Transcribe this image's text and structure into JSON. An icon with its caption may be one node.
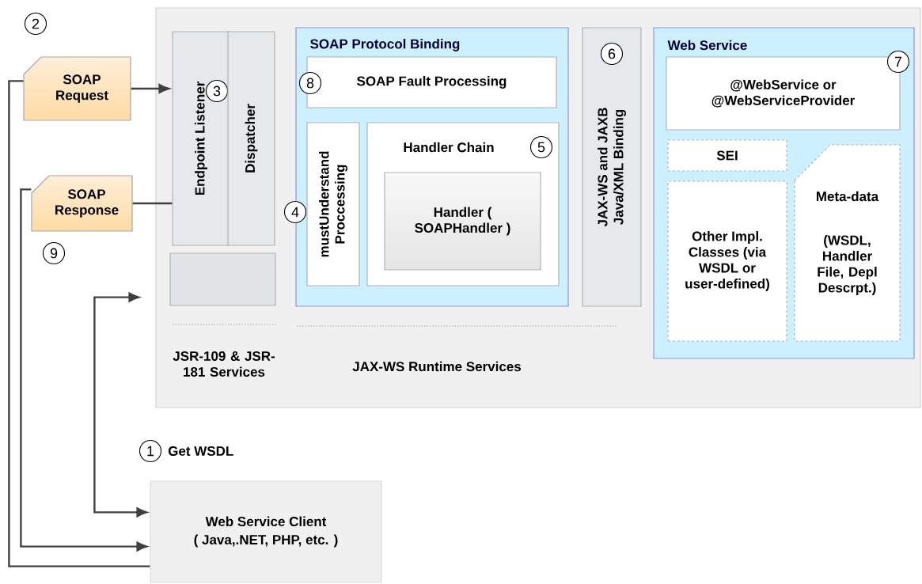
{
  "diagram": {
    "nodes": [
      {
        "text": [
          "JSR-109 & JSR-181 Services",
          "JAX-WS Runtime Services"
        ]
      },
      {
        "text": [
          "SOAP Request"
        ],
        "beside": [
          "2"
        ]
      },
      {
        "text": [
          "SOAP Response"
        ],
        "beside": [
          "9"
        ]
      },
      {
        "text": [
          "Endpoint Listener",
          "3"
        ],
        "in": 0
      },
      {
        "text": [
          "Dispatcher"
        ],
        "in": 0
      },
      {
        "text": [],
        "shape": "box",
        "in": 0
      },
      {
        "text": [
          "SOAP Protocol Binding"
        ],
        "in": 0
      },
      {
        "text": [
          "8",
          "SOAP Fault Processing"
        ],
        "in": 6
      },
      {
        "text": [
          "mustUnderstand Proccessing"
        ],
        "in": 6,
        "beside": [
          "4"
        ]
      },
      {
        "text": [
          "Handler Chain"
        ],
        "in": 6,
        "beside": [
          "5"
        ]
      },
      {
        "text": [
          "Handler ( SOAPHandler )"
        ],
        "in": 9
      },
      {
        "text": [
          "6",
          "JAX-WS and JAXB Java/XML Binding"
        ],
        "in": 0
      },
      {
        "text": [
          "Web Service"
        ],
        "in": 0
      },
      {
        "text": [
          "7",
          "@WebService or @WebServiceProvider"
        ],
        "in": 12
      },
      {
        "text": [
          "SEI"
        ],
        "in": 12
      },
      {
        "text": [
          "Other Impl. Classes (via WSDL or user-defined)"
        ],
        "in": 12
      },
      {
        "text": [
          "Meta-data",
          "(WSDL, Handler File, Depl Descrpt.)"
        ],
        "in": 12
      },
      {
        "text": [
          "Web Service Client",
          "( Java,.NET, PHP, etc. )"
        ]
      }
    ],
    "edges": [
      {
        "from": 17,
        "to": 1,
        "arrow": "none"
      },
      {
        "from": 1,
        "to": 3,
        "arrow": "to"
      },
      {
        "from": 3,
        "to": 2,
        "arrow": "none"
      },
      {
        "from": 2,
        "to": 17,
        "arrow": "to"
      },
      {
        "from": 5,
        "to": 17,
        "arrow": "both",
        "label": "Get WSDL"
      }
    ],
    "labels": [
      "1"
    ]
  }
}
